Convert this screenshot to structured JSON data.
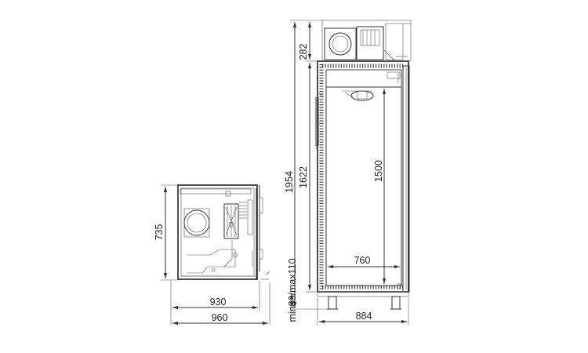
{
  "dimensions": {
    "side_depth_body": "930",
    "side_depth_total": "960",
    "side_height": "735",
    "total_height": "1954",
    "cabinet_height": "1622",
    "interior_height": "1500",
    "top_unit_height": "282",
    "leg_height": "min80/max110",
    "interior_width": "760",
    "total_width": "884"
  },
  "colors": {
    "line": "#333333",
    "background": "#ffffff"
  }
}
